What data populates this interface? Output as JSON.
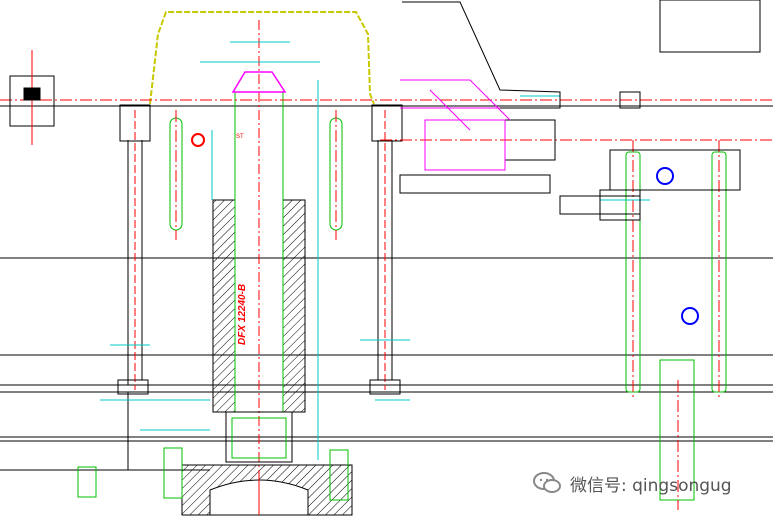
{
  "drawing": {
    "part_label": "DFX 12240-B",
    "mark_st": "ST",
    "colors": {
      "background": "#ffffff",
      "outline": "#000000",
      "construction": "#00c000",
      "centerline": "#ff0000",
      "dimension": "#00c8c8",
      "secondary": "#ff00ff",
      "bolt": "#0000ff",
      "highlight": "#c8c800"
    }
  },
  "watermark": {
    "icon": "wechat-icon",
    "text": "微信号: qingsongug"
  }
}
